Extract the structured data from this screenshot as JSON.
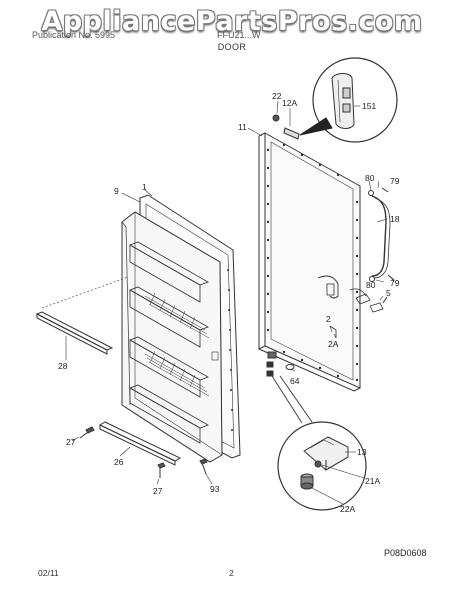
{
  "watermark": "AppliancePartsPros.com",
  "header": {
    "left_text": "Publication No. 5995",
    "right_text": "FFU21...W",
    "section_title": "DOOR"
  },
  "callouts": [
    "1",
    "2",
    "2A",
    "5",
    "9",
    "11",
    "12A",
    "13",
    "18",
    "21A",
    "22",
    "22A",
    "26",
    "27",
    "27",
    "28",
    "64",
    "79",
    "79",
    "80",
    "80",
    "93",
    "151"
  ],
  "diagram_code": "P08D0608",
  "footer": {
    "date": "02/11",
    "page": "2"
  }
}
